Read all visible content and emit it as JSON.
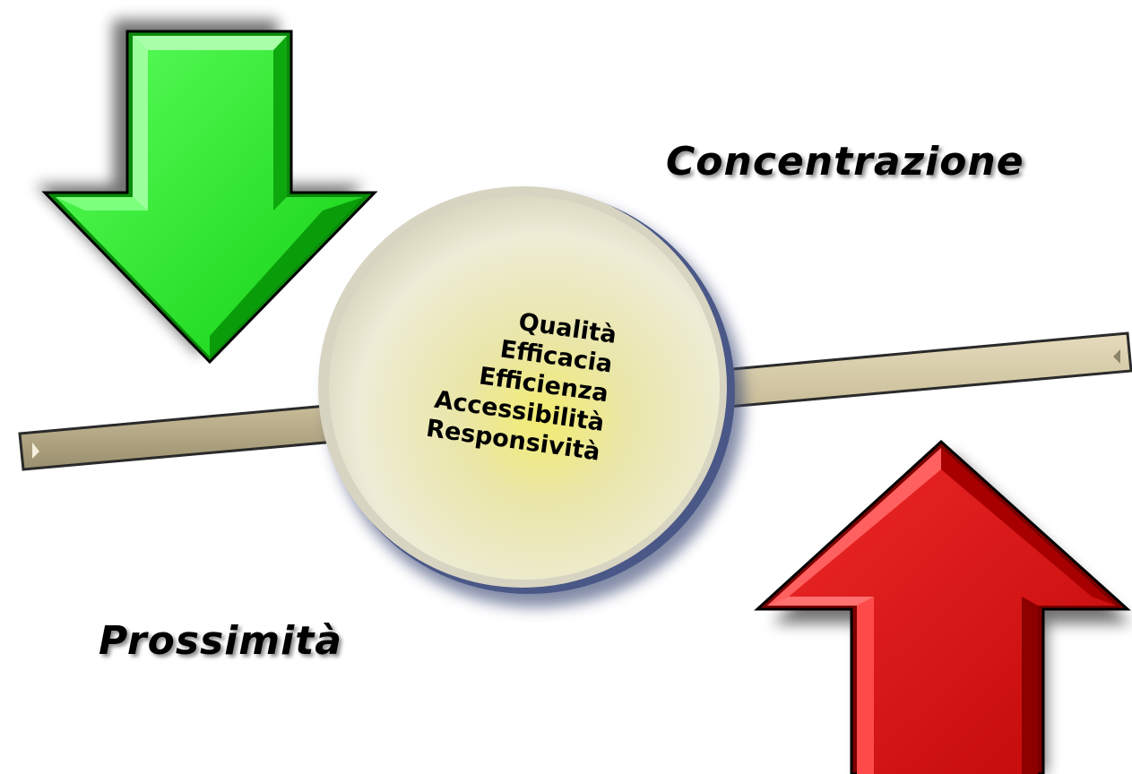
{
  "labels": {
    "top_right": "Concentrazione",
    "bottom_left": "Prossimità"
  },
  "center": {
    "items": [
      "Qualità",
      "Efficacia",
      "Efficienza",
      "Accessibilità",
      "Responsività"
    ]
  },
  "colors": {
    "green_arrow": "#22e622",
    "red_arrow": "#e01010",
    "beam": "#cbbf9b",
    "disc": "#eeeac0"
  },
  "icons": {
    "down_arrow": "down-arrow-icon",
    "up_arrow": "up-arrow-icon"
  }
}
